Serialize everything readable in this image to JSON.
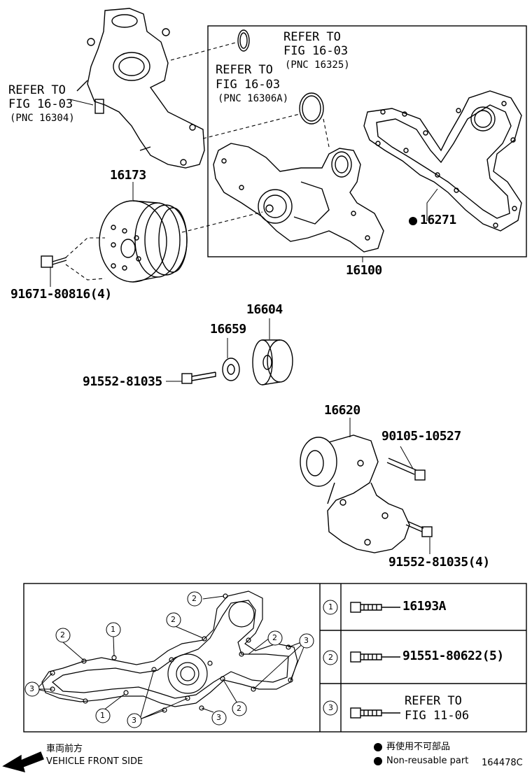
{
  "labels": {
    "refer_top_left_line1": "REFER TO",
    "refer_top_left_line2": "FIG 16-03",
    "refer_top_left_pnc": "(PNC 16304)",
    "refer_mid_line1": "REFER TO",
    "refer_mid_line2": "FIG 16-03",
    "refer_mid_pnc": "(PNC 16306A)",
    "refer_right_line1": "REFER TO",
    "refer_right_line2": "FIG 16-03",
    "refer_right_pnc": "(PNC 16325)",
    "part_16173": "16173",
    "part_91671": "91671-80816(4)",
    "part_16100": "16100",
    "part_16271": "16271",
    "part_16604": "16604",
    "part_16659": "16659",
    "part_91552_a": "91552-81035",
    "part_16620": "16620",
    "part_90105": "90105-10527",
    "part_91552_b": "91552-81035(4)"
  },
  "bolt_table": {
    "rows": [
      {
        "num": "1",
        "line1": "16193A",
        "line2": ""
      },
      {
        "num": "2",
        "line1": "91551-80622(5)",
        "line2": ""
      },
      {
        "num": "3",
        "line1": "REFER TO",
        "line2": "FIG 11-06"
      }
    ]
  },
  "diagram_callouts": {
    "c1": "1",
    "c2": "2",
    "c3": "3"
  },
  "footer": {
    "front_jp": "車両前方",
    "front_en": "VEHICLE FRONT SIDE",
    "nonreuse_jp": "再使用不可部品",
    "nonreuse_en": "Non-reusable part",
    "figure_id": "164478C"
  }
}
